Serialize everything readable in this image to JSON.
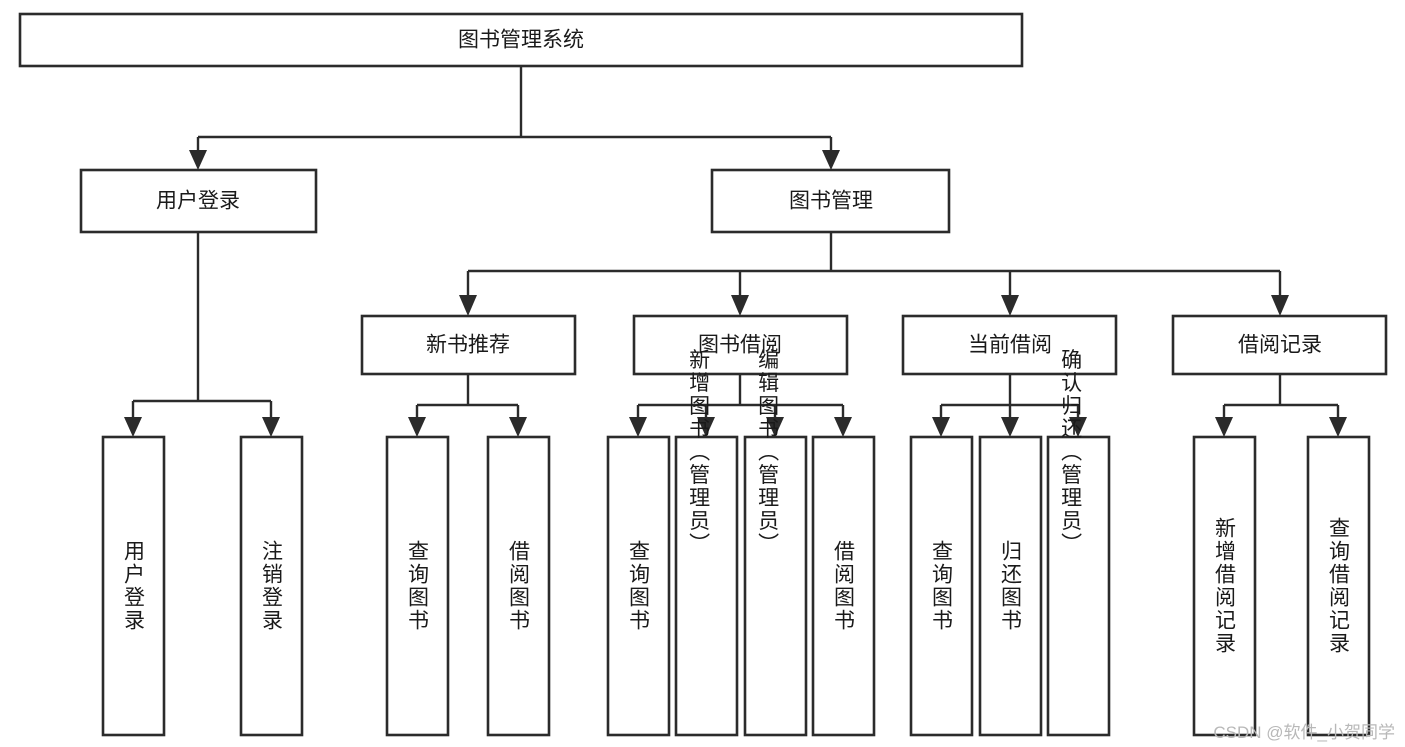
{
  "diagram": {
    "type": "tree-hierarchy-chart",
    "title": "图书管理系统",
    "background_color": "#ffffff",
    "line_color": "#2b2b2b",
    "text_color": "#1a1a1a",
    "levels": {
      "root": {
        "label": "图书管理系统",
        "orientation": "horizontal"
      },
      "level2": [
        {
          "label": "用户登录",
          "orientation": "horizontal"
        },
        {
          "label": "图书管理",
          "orientation": "horizontal"
        }
      ],
      "level3": [
        {
          "label": "新书推荐",
          "orientation": "horizontal"
        },
        {
          "label": "图书借阅",
          "orientation": "horizontal"
        },
        {
          "label": "当前借阅",
          "orientation": "horizontal"
        },
        {
          "label": "借阅记录",
          "orientation": "horizontal"
        }
      ],
      "leaves": {
        "user_login": [
          {
            "label": "用户登录",
            "orientation": "vertical"
          },
          {
            "label": "注销登录",
            "orientation": "vertical"
          }
        ],
        "new_book_recommend": [
          {
            "label": "查询图书",
            "orientation": "vertical"
          },
          {
            "label": "借阅图书",
            "orientation": "vertical"
          }
        ],
        "book_borrow": [
          {
            "label": "查询图书",
            "orientation": "vertical"
          },
          {
            "label": "新增图书（管理员）",
            "orientation": "vertical"
          },
          {
            "label": "编辑图书（管理员）",
            "orientation": "vertical"
          },
          {
            "label": "借阅图书",
            "orientation": "vertical"
          }
        ],
        "current_borrow": [
          {
            "label": "查询图书",
            "orientation": "vertical"
          },
          {
            "label": "归还图书",
            "orientation": "vertical"
          },
          {
            "label": "确认归还（管理员）",
            "orientation": "vertical"
          }
        ],
        "borrow_record": [
          {
            "label": "新增借阅记录",
            "orientation": "vertical"
          },
          {
            "label": "查询借阅记录",
            "orientation": "vertical"
          }
        ]
      }
    }
  },
  "watermark": {
    "text": "CSDN @软件_小贺同学"
  }
}
